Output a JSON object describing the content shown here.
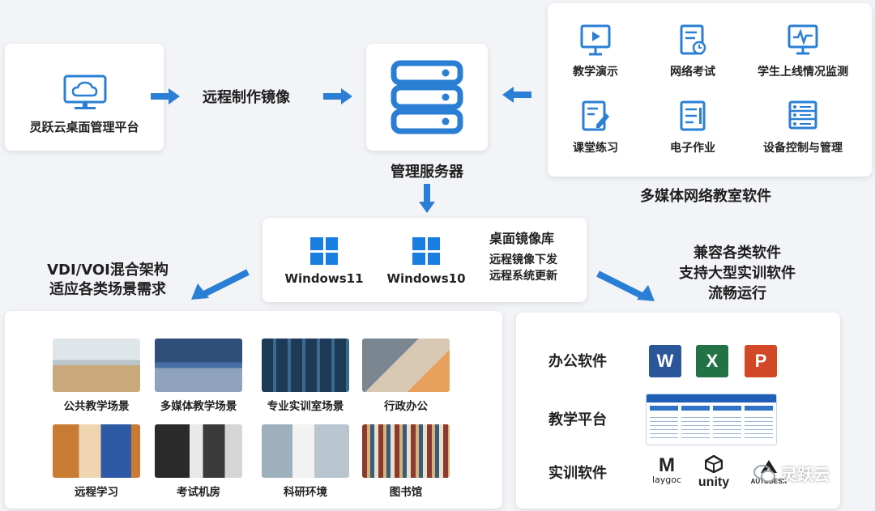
{
  "platform": {
    "label": "灵跃云桌面管理平台"
  },
  "flow": {
    "remote_image": "远程制作镜像"
  },
  "server": {
    "label": "管理服务器"
  },
  "multimedia": {
    "caption": "多媒体网络教室软件",
    "items": [
      {
        "label": "教学演示",
        "icon": "presentation-icon"
      },
      {
        "label": "网络考试",
        "icon": "exam-icon"
      },
      {
        "label": "学生上线情况监测",
        "icon": "monitor-icon"
      },
      {
        "label": "课堂练习",
        "icon": "practice-icon"
      },
      {
        "label": "电子作业",
        "icon": "homework-icon"
      },
      {
        "label": "设备控制与管理",
        "icon": "device-control-icon"
      }
    ]
  },
  "images": {
    "win11": "Windows11",
    "win10": "Windows10",
    "library_title": "桌面镜像库",
    "library_line1": "远程镜像下发",
    "library_line2": "远程系统更新"
  },
  "left_note": {
    "line1": "VDI/VOI混合架构",
    "line2": "适应各类场景需求"
  },
  "right_note": {
    "line1": "兼容各类软件",
    "line2": "支持大型实训软件",
    "line3": "流畅运行"
  },
  "scenes": [
    {
      "label": "公共教学场景"
    },
    {
      "label": "多媒体教学场景"
    },
    {
      "label": "专业实训室场景"
    },
    {
      "label": "行政办公"
    },
    {
      "label": "远程学习"
    },
    {
      "label": "考试机房"
    },
    {
      "label": "科研环境"
    },
    {
      "label": "图书馆"
    }
  ],
  "software": {
    "office_label": "办公软件",
    "platform_label": "教学平台",
    "training_label": "实训软件",
    "word": "W",
    "excel": "X",
    "ppt": "P",
    "laygoc": "laygoc",
    "unity": "unity",
    "autodesk": "AUTODESK"
  },
  "watermark": {
    "text": "灵跃云"
  },
  "colors": {
    "accent": "#2a7fd4",
    "word": "#2b579a",
    "excel": "#217346",
    "ppt": "#d24726"
  }
}
